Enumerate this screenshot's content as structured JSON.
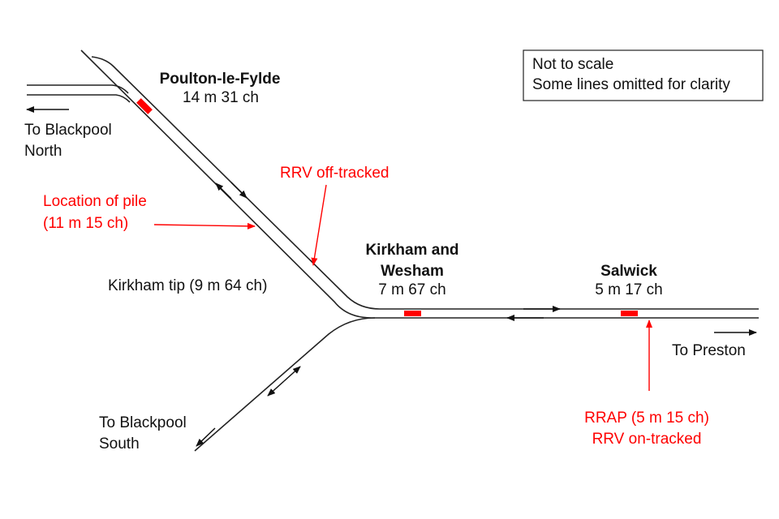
{
  "legend": {
    "line1": "Not to scale",
    "line2": "Some lines omitted for clarity"
  },
  "stations": [
    {
      "name": "Poulton-le-Fylde",
      "mileage": "14 m 31 ch"
    },
    {
      "name_line1": "Kirkham and",
      "name_line2": "Wesham",
      "mileage": "7 m 67 ch"
    },
    {
      "name": "Salwick",
      "mileage": "5 m 17 ch"
    }
  ],
  "directions": {
    "blackpool_north": [
      "To Blackpool",
      "North"
    ],
    "blackpool_south": [
      "To Blackpool",
      "South"
    ],
    "preston": "To Preston"
  },
  "annotations": {
    "pile": [
      "Location of pile",
      "(11 m 15 ch)"
    ],
    "off_tracked": "RRV off-tracked",
    "kirkham_tip": "Kirkham tip (9 m 64 ch)",
    "rrap": [
      "RRAP (5 m 15 ch)",
      "RRV on-tracked"
    ]
  },
  "colors": {
    "annotation": "#ff0000",
    "platform": "#ff0000",
    "track": "#222222"
  }
}
